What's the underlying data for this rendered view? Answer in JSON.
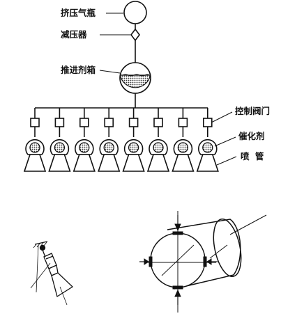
{
  "labels": {
    "pressurant_bottle": "挤压气瓶",
    "regulator": "减压器",
    "propellant_tank": "推进剂箱",
    "control_valve": "控制阀门",
    "catalyst": "催化剂",
    "nozzle": "喷 管"
  },
  "thruster_count": 8,
  "colors": {
    "ink": "#111111",
    "background": "#ffffff"
  }
}
